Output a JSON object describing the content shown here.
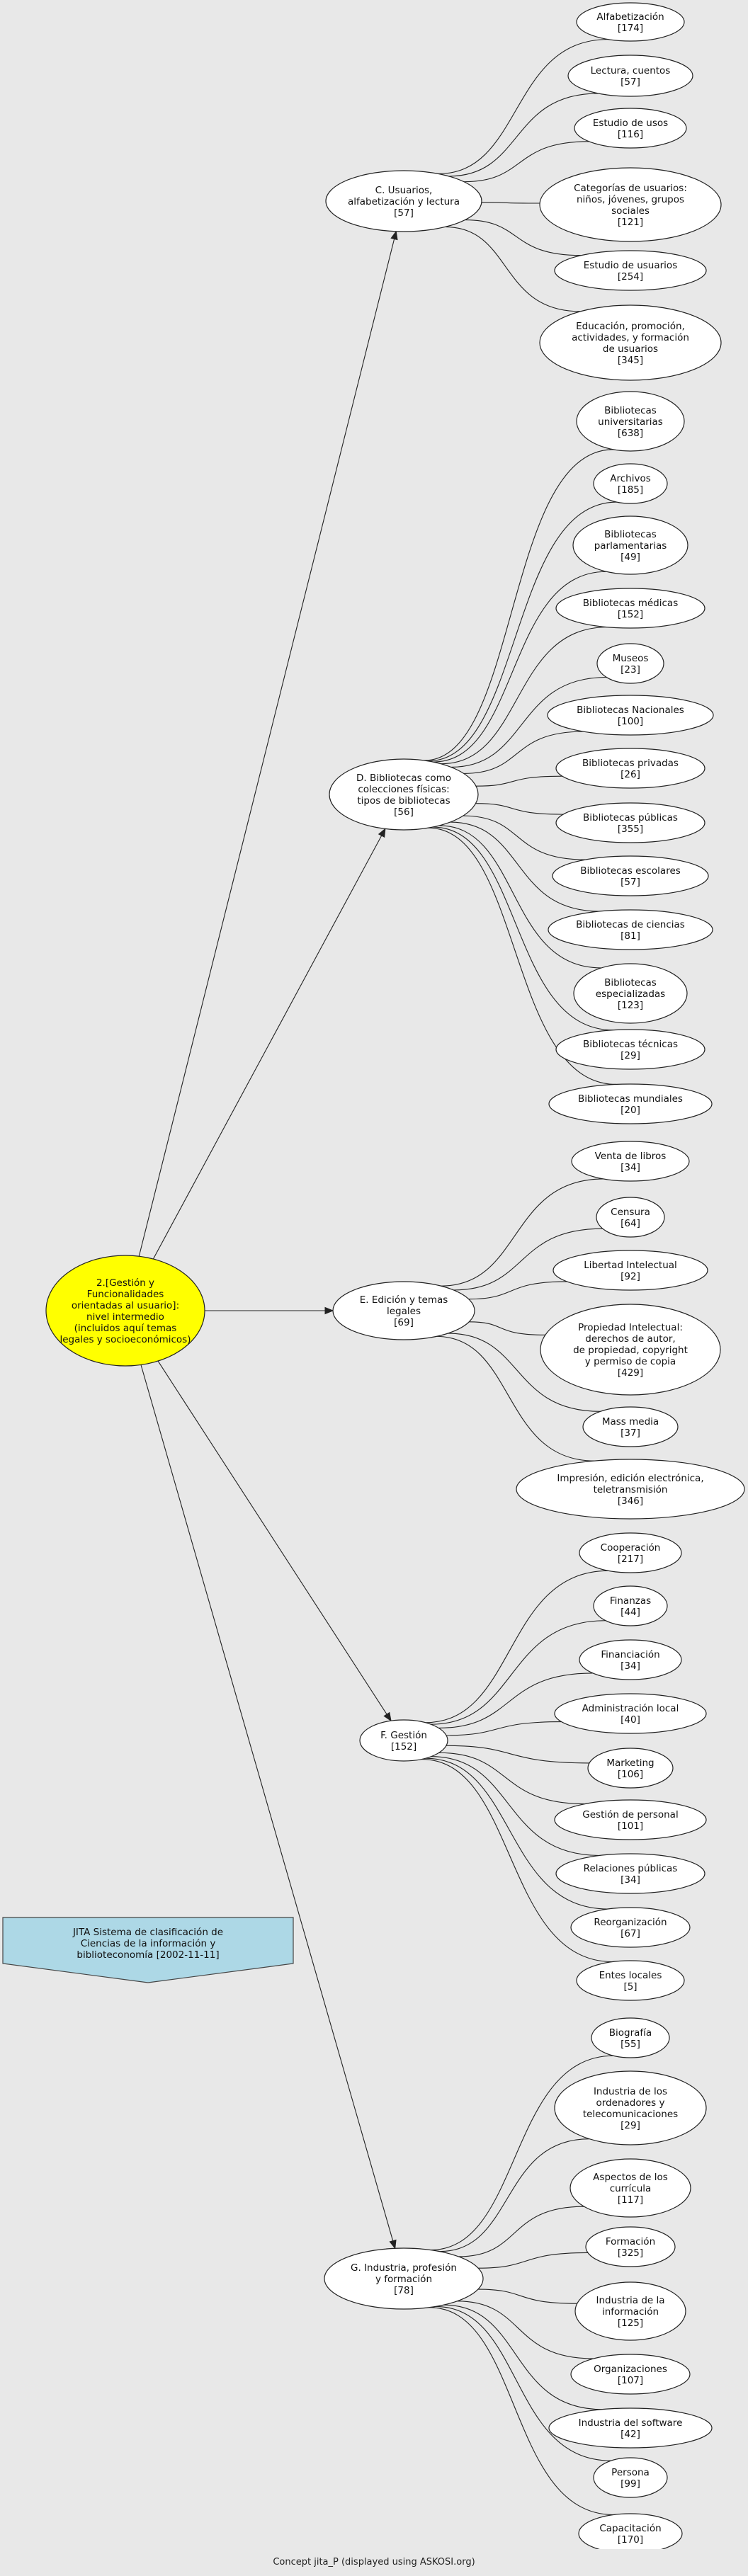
{
  "diagram": {
    "root": {
      "id": "root",
      "lines": [
        "2.[Gestión y",
        "Funcionalidades",
        "orientadas al usuario]:",
        "nivel intermedio",
        "(incluidos aquí temas",
        "legales y socioeconómicos)"
      ]
    },
    "banner": {
      "lines": [
        "JITA Sistema de clasificación de",
        "Ciencias de la información y",
        "biblioteconomía [2002-11-11]"
      ]
    },
    "groups": [
      {
        "id": "c",
        "lines": [
          "C. Usuarios,",
          "alfabetización y lectura",
          "[57]"
        ],
        "children": [
          {
            "id": "c1",
            "lines": [
              "Alfabetización",
              "[174]"
            ]
          },
          {
            "id": "c2",
            "lines": [
              "Lectura, cuentos",
              "[57]"
            ]
          },
          {
            "id": "c3",
            "lines": [
              "Estudio de usos",
              "[116]"
            ]
          },
          {
            "id": "c4",
            "lines": [
              "Categorías de usuarios:",
              "niños, jóvenes, grupos",
              "sociales",
              "[121]"
            ]
          },
          {
            "id": "c5",
            "lines": [
              "Estudio de usuarios",
              "[254]"
            ]
          },
          {
            "id": "c6",
            "lines": [
              "Educación, promoción,",
              "actividades, y formación",
              "de usuarios",
              "[345]"
            ]
          }
        ]
      },
      {
        "id": "d",
        "lines": [
          "D. Bibliotecas como",
          "colecciones físicas:",
          "tipos de bibliotecas",
          "[56]"
        ],
        "children": [
          {
            "id": "d1",
            "lines": [
              "Bibliotecas",
              "universitarias",
              "[638]"
            ]
          },
          {
            "id": "d2",
            "lines": [
              "Archivos",
              "[185]"
            ]
          },
          {
            "id": "d3",
            "lines": [
              "Bibliotecas",
              "parlamentarias",
              "[49]"
            ]
          },
          {
            "id": "d4",
            "lines": [
              "Bibliotecas médicas",
              "[152]"
            ]
          },
          {
            "id": "d5",
            "lines": [
              "Museos",
              "[23]"
            ]
          },
          {
            "id": "d6",
            "lines": [
              "Bibliotecas Nacionales",
              "[100]"
            ]
          },
          {
            "id": "d7",
            "lines": [
              "Bibliotecas privadas",
              "[26]"
            ]
          },
          {
            "id": "d8",
            "lines": [
              "Bibliotecas públicas",
              "[355]"
            ]
          },
          {
            "id": "d9",
            "lines": [
              "Bibliotecas escolares",
              "[57]"
            ]
          },
          {
            "id": "d10",
            "lines": [
              "Bibliotecas de ciencias",
              "[81]"
            ]
          },
          {
            "id": "d11",
            "lines": [
              "Bibliotecas",
              "especializadas",
              "[123]"
            ]
          },
          {
            "id": "d12",
            "lines": [
              "Bibliotecas técnicas",
              "[29]"
            ]
          },
          {
            "id": "d13",
            "lines": [
              "Bibliotecas mundiales",
              "[20]"
            ]
          }
        ]
      },
      {
        "id": "e",
        "lines": [
          "E. Edición y temas",
          "legales",
          "[69]"
        ],
        "children": [
          {
            "id": "e1",
            "lines": [
              "Venta de libros",
              "[34]"
            ]
          },
          {
            "id": "e2",
            "lines": [
              "Censura",
              "[64]"
            ]
          },
          {
            "id": "e3",
            "lines": [
              "Libertad Intelectual",
              "[92]"
            ]
          },
          {
            "id": "e4",
            "lines": [
              "Propiedad Intelectual:",
              "derechos de autor,",
              "de propiedad, copyright",
              "y permiso de copia",
              "[429]"
            ]
          },
          {
            "id": "e5",
            "lines": [
              "Mass media",
              "[37]"
            ]
          },
          {
            "id": "e6",
            "lines": [
              "Impresión, edición electrónica,",
              "teletransmisión",
              "[346]"
            ]
          }
        ]
      },
      {
        "id": "f",
        "lines": [
          "F. Gestión",
          "[152]"
        ],
        "children": [
          {
            "id": "f1",
            "lines": [
              "Cooperación",
              "[217]"
            ]
          },
          {
            "id": "f2",
            "lines": [
              "Finanzas",
              "[44]"
            ]
          },
          {
            "id": "f3",
            "lines": [
              "Financiación",
              "[34]"
            ]
          },
          {
            "id": "f4",
            "lines": [
              "Administración local",
              "[40]"
            ]
          },
          {
            "id": "f5",
            "lines": [
              "Marketing",
              "[106]"
            ]
          },
          {
            "id": "f6",
            "lines": [
              "Gestión de personal",
              "[101]"
            ]
          },
          {
            "id": "f7",
            "lines": [
              "Relaciones públicas",
              "[34]"
            ]
          },
          {
            "id": "f8",
            "lines": [
              "Reorganización",
              "[67]"
            ]
          },
          {
            "id": "f9",
            "lines": [
              "Entes locales",
              "[5]"
            ]
          }
        ]
      },
      {
        "id": "g",
        "lines": [
          "G. Industria, profesión",
          "y formación",
          "[78]"
        ],
        "children": [
          {
            "id": "g1",
            "lines": [
              "Biografía",
              "[55]"
            ]
          },
          {
            "id": "g2",
            "lines": [
              "Industria de los",
              "ordenadores y",
              "telecomunicaciones",
              "[29]"
            ]
          },
          {
            "id": "g3",
            "lines": [
              "Aspectos de los",
              "currícula",
              "[117]"
            ]
          },
          {
            "id": "g4",
            "lines": [
              "Formación",
              "[325]"
            ]
          },
          {
            "id": "g5",
            "lines": [
              "Industria de la",
              "información",
              "[125]"
            ]
          },
          {
            "id": "g6",
            "lines": [
              "Organizaciones",
              "[107]"
            ]
          },
          {
            "id": "g7",
            "lines": [
              "Industria del software",
              "[42]"
            ]
          },
          {
            "id": "g8",
            "lines": [
              "Persona",
              "[99]"
            ]
          },
          {
            "id": "g9",
            "lines": [
              "Capacitación",
              "[170]"
            ]
          }
        ]
      }
    ]
  },
  "footer": {
    "text": "Concept jita_P (displayed using ASKOSI.org)"
  }
}
